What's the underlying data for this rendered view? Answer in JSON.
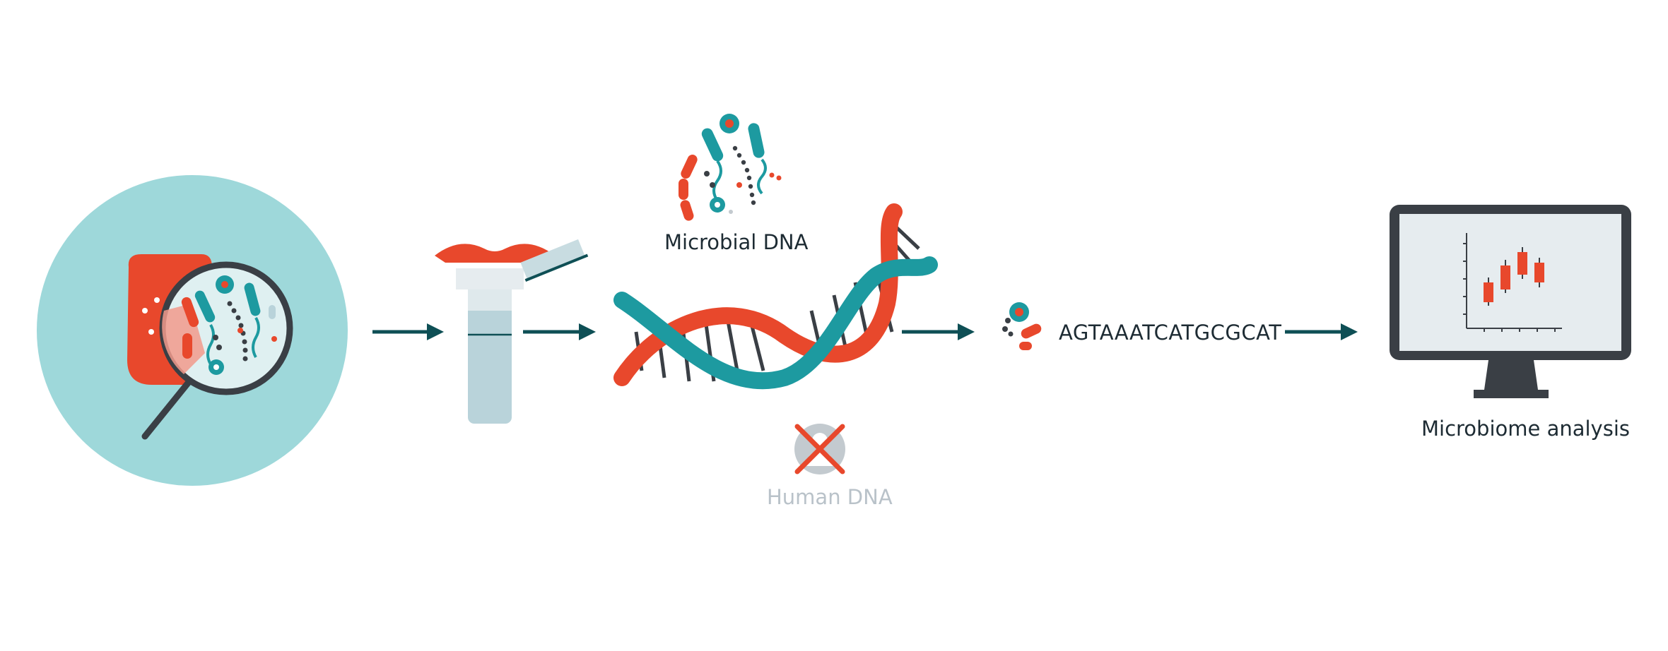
{
  "labels": {
    "microbial_dna": "Microbial DNA",
    "human_dna": "Human DNA",
    "sequence": "AGTAAATCATGCGCAT",
    "analysis": "Microbiome analysis"
  },
  "colors": {
    "teal_light": "#9ed8da",
    "teal": "#1d9aa0",
    "dark_teal": "#0e4f55",
    "red": "#e8482c",
    "red_light": "#f29a8c",
    "charcoal": "#3a3f45",
    "monitor_screen": "#e6ecef",
    "swab_body": "#b9d3da",
    "gray": "#c3cacf"
  },
  "icons": [
    "mouth-icon",
    "magnifier-icon",
    "swab-icon",
    "microbes-icon",
    "dna-helix-icon",
    "human-dna-crossed-icon",
    "sequence-microbe-icon",
    "monitor-chart-icon",
    "arrow-icon"
  ]
}
